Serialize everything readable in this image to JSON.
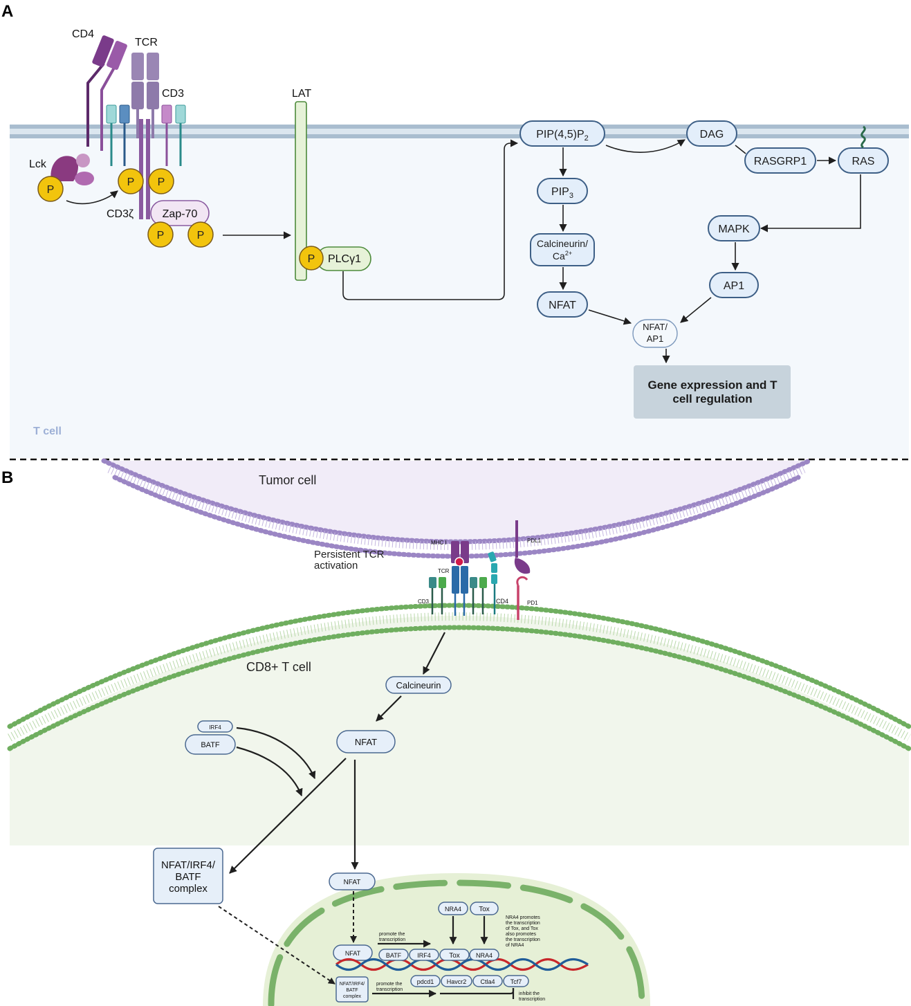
{
  "panelA": {
    "label": "A",
    "cell_label": "T cell",
    "receptors": {
      "cd4": "CD4",
      "tcr": "TCR",
      "cd3": "CD3",
      "lck": "Lck",
      "cd3z": "CD3ζ",
      "zap70": "Zap-70",
      "lat": "LAT",
      "p": "P"
    },
    "nodes": {
      "plcg1": "PLCγ1",
      "pip2": "PIP(4,5)P",
      "pip2_sub": "2",
      "dag": "DAG",
      "rasgrp1": "RASGRP1",
      "ras": "RAS",
      "pip3": "PIP",
      "pip3_sub": "3",
      "calcineurin_l1": "Calcineurin/",
      "calcineurin_l2": "Ca",
      "calcineurin_sup": "2+",
      "mapk": "MAPK",
      "ap1": "AP1",
      "nfat": "NFAT",
      "nfat_ap1_l1": "NFAT/",
      "nfat_ap1_l2": "AP1",
      "gene_l1": "Gene expression and T",
      "gene_l2": "cell regulation"
    }
  },
  "panelB": {
    "label": "B",
    "tumor_cell": "Tumor cell",
    "cd8_cell": "CD8+ T cell",
    "persistent_l1": "Persistent TCR",
    "persistent_l2": "activation",
    "mhc": "MHC I",
    "tcr": "TCR",
    "cd3": "CD3",
    "cd4": "CD4",
    "pdl1": "PDL1",
    "pd1": "PD1",
    "calcineurin": "Calcineurin",
    "nfat": "NFAT",
    "irf4": "IRF4",
    "batf": "BATF",
    "complex_l1": "NFAT/IRF4/",
    "complex_l2": "BATF",
    "complex_l3": "complex",
    "nuc_nfat": "NFAT",
    "nuc_nfat2": "NFAT",
    "nra4": "NRA4",
    "tox": "Tox",
    "nra4_note": [
      "NRA4 promotes",
      "the transcription",
      "of Tox, and Tox",
      "also promotes",
      "the transcription",
      "of NRA4"
    ],
    "promote_l1": "promote the",
    "promote_l2": "transcription",
    "genes_top": [
      "BATF",
      "IRF4",
      "Tox",
      "NRA4"
    ],
    "genes_bottom": [
      "pdcd1",
      "Havcr2",
      "Ctla4",
      "Tcf7"
    ],
    "small_complex": [
      "NFAT/IRF4/",
      "BATF",
      "complex"
    ],
    "promote2_l1": "promote the",
    "promote2_l2": "transcription",
    "inhibit_l1": "inhibit the",
    "inhibit_l2": "transcription"
  },
  "colors": {
    "membrane": "#a9bdcf",
    "cell_bg": "#f4f8fc",
    "node_fill": "#e3eefa",
    "node_stroke": "#3d5f86",
    "phospho": "#f2c40d",
    "lat": "#e6f2d8",
    "gene_box": "#c7d3dc",
    "tumor": "#8f7ab8",
    "tcell_green": "#6aa35c",
    "dna_red": "#c8262a",
    "dna_blue": "#1f5c99"
  }
}
